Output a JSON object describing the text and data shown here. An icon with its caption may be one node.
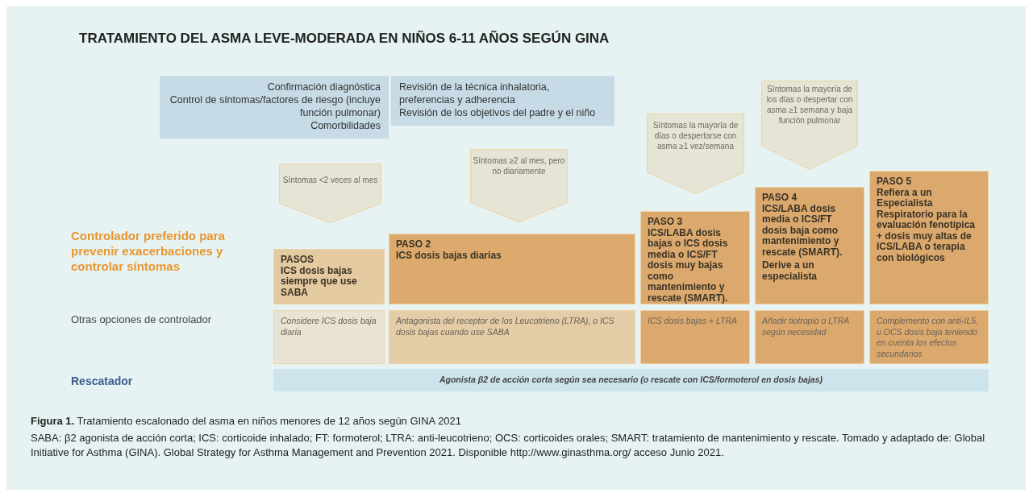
{
  "diagram": {
    "title": "TRATAMIENTO DEL ASMA LEVE-MODERADA EN NIÑOS 6-11 AÑOS SEGÚN GINA",
    "caption": "**Figura 1.** Tratamiento escalonado del asma en niños menores de 12 años según GINA 2021",
    "nodes": [
      {
        "text": [
          "Confirmación diagnóstica",
          "Control de síntomas/factores de riesgo (incluye función pulmonar)",
          "Comorbilidades"
        ]
      },
      {
        "text": [
          "Revisión de la técnica inhalatoria, preferencias y adherencia",
          "Revisión de los objetivos del padre y el niño"
        ]
      },
      {
        "text": [
          "Síntomas <2 veces al mes"
        ]
      },
      {
        "text": [
          "Síntomas ≥2 al mes, pero no diariamente"
        ]
      },
      {
        "text": [
          "Síntomas la mayoría de días o despertarse con asma ≥1 vez/semana"
        ]
      },
      {
        "text": [
          "Síntomas la mayoría de los días o despertar con asma ≥1 semana y baja función pulmonar"
        ]
      },
      {
        "text": [
          "PASOS",
          "ICS dosis bajas siempre que use SABA"
        ]
      },
      {
        "text": [
          "PASO 2",
          "ICS dosis bajas diarias"
        ]
      },
      {
        "text": [
          "PASO 3",
          "ICS/LABA dosis bajas o ICS dosis media o ICS/FT dosis muy bajas como mantenimiento y rescate (SMART)."
        ]
      },
      {
        "text": [
          "PASO 4",
          "ICS/LABA dosis media o ICS/FT dosis baja como mantenimiento y rescate (SMART).",
          "Derive a un especialista"
        ]
      },
      {
        "text": [
          "PASO 5",
          "Refiera a un Especialista Respiratorio para la evaluación fenotípica + dosis muy altas de ICS/LABA o terapia con biológicos"
        ]
      },
      {
        "text": [
          "Considere ICS dosis baja diaria"
        ]
      },
      {
        "text": [
          "Antagonista del receptor de los Leucotrieno (LTRA), o ICS dosis bajas cuando use SABA"
        ]
      },
      {
        "text": [
          "ICS dosis bajas + LTRA"
        ]
      },
      {
        "text": [
          "Añadir tiotropio o LTRA según necesidad"
        ]
      },
      {
        "text": [
          "Complemento con anti-IL5, u OCS dosis baja teniendo en cuenta los efectos secundarios"
        ]
      },
      {
        "text": [
          "Agonista β2 de acción corta según sea necesario (o rescate con ICS/formoterol en dosis bajas)"
        ]
      }
    ],
    "labels": [
      "Controlador preferido para prevenir exacerbaciones y controlar síntomas",
      "Otras opciones de controlador",
      "Rescatador",
      "SABA: β2 agonista de acción corta; ICS: corticoide inhalado; FT: formoterol; LTRA: anti-leucotrieno; OCS: corticoides orales; SMART: tratamiento de mantenimiento y rescate. Tomado y adaptado de: Global Initiative for Asthma (GINA). Global Strategy for Asthma Management and Prevention 2021. Disponible http://www.ginasthma.org/ acceso Junio 2021."
    ]
  }
}
